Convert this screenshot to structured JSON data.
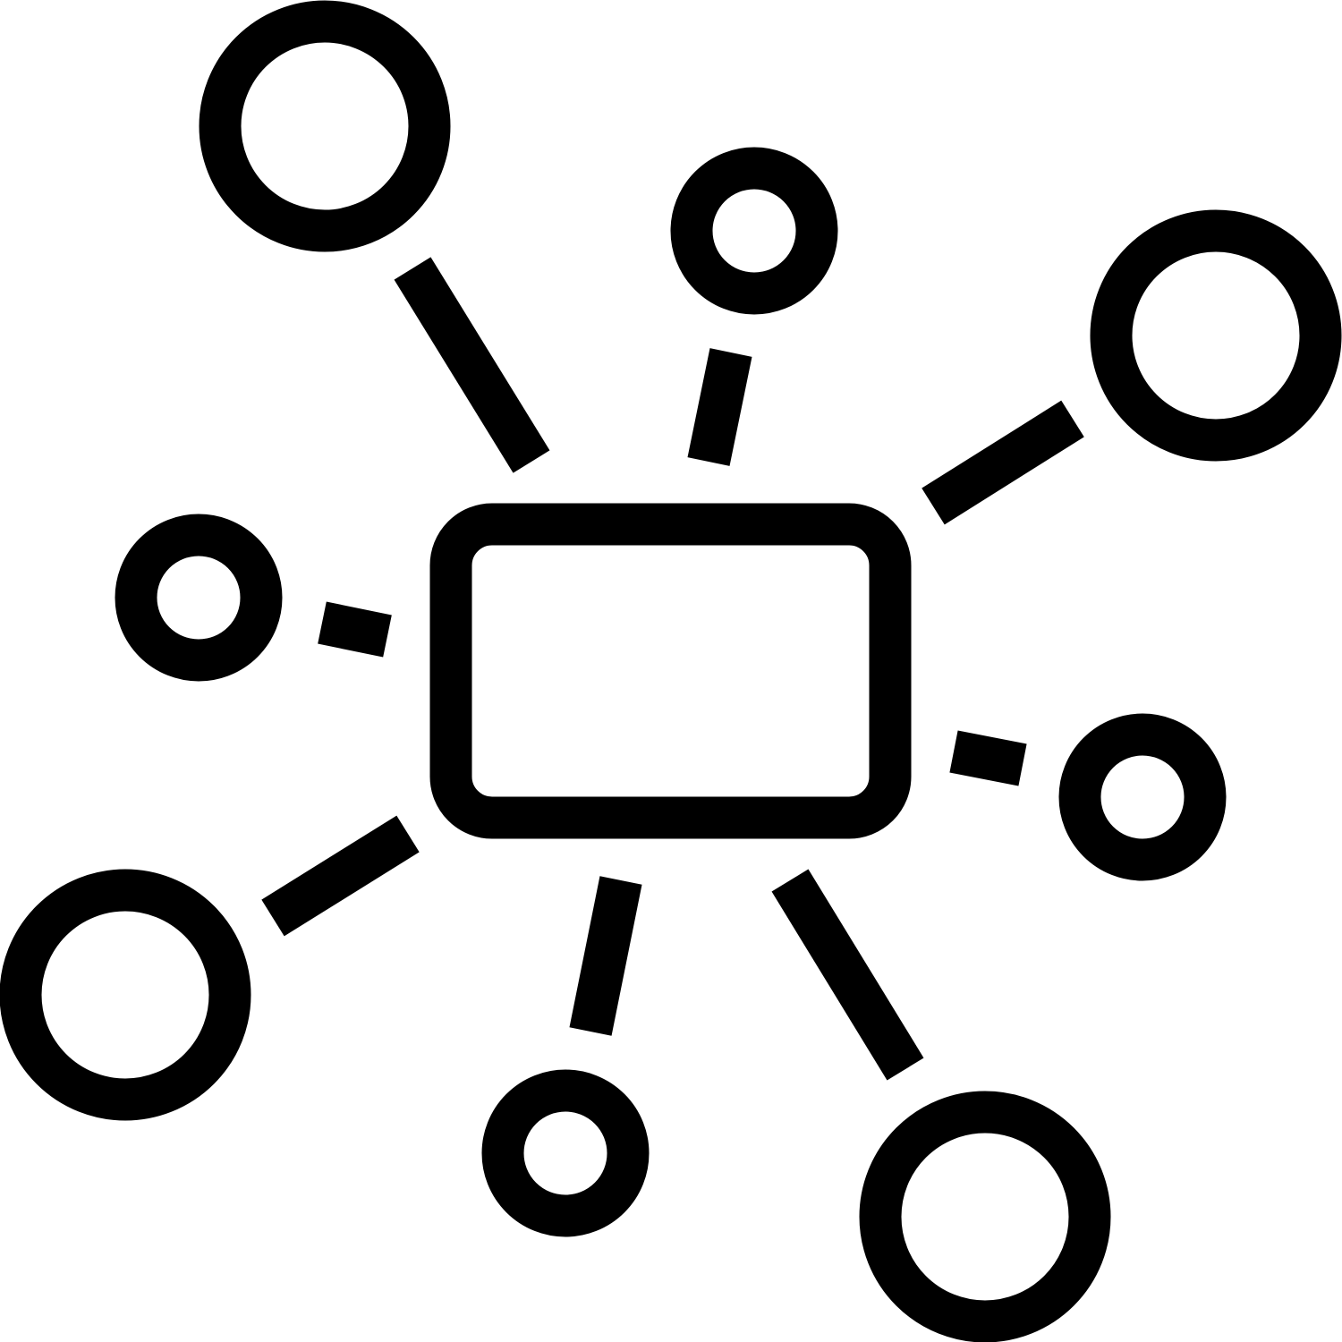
{
  "diagram": {
    "icon": "network-hub-icon",
    "stroke_color": "#000000",
    "background_color": "#ffffff",
    "hub": {
      "shape": "rounded-rectangle"
    },
    "nodes": [
      {
        "id": "node-top-left",
        "size": "large"
      },
      {
        "id": "node-top-center",
        "size": "small"
      },
      {
        "id": "node-top-right",
        "size": "large"
      },
      {
        "id": "node-left",
        "size": "small"
      },
      {
        "id": "node-right",
        "size": "small"
      },
      {
        "id": "node-bottom-left",
        "size": "large"
      },
      {
        "id": "node-bottom-center",
        "size": "small"
      },
      {
        "id": "node-bottom-right",
        "size": "large"
      }
    ]
  }
}
